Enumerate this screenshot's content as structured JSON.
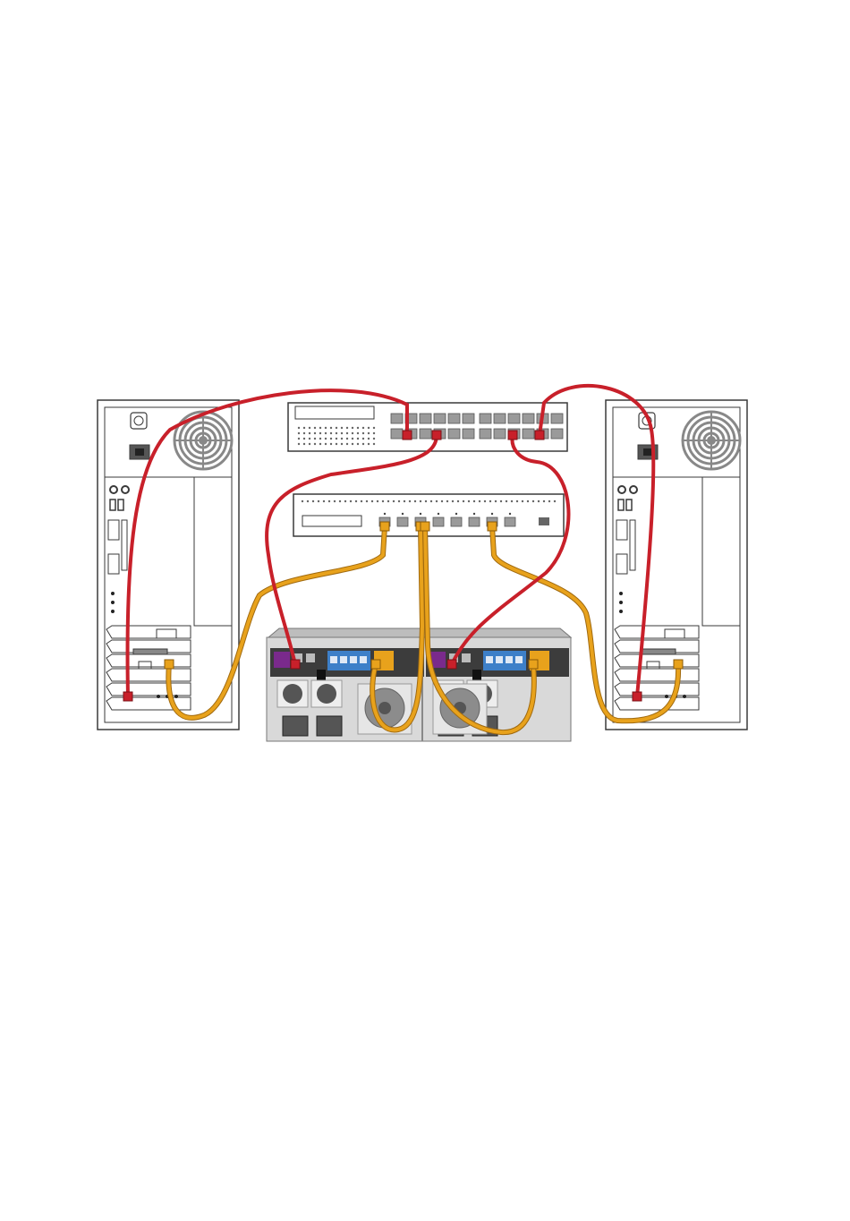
{
  "diagram": {
    "colors": {
      "ethernet_cable": "#c8202a",
      "fibre_cable": "#e8a21c",
      "chassis_fill": "#ffffff",
      "chassis_line": "#3a3a3a",
      "enclosure_fill": "#d9d9d9",
      "enclosure_dark": "#3c3c3c",
      "port_grey": "#9a9a9a",
      "controller_purple": "#7a2a8c",
      "controller_blue": "#3d7fc8",
      "fan_grey": "#8c8c8c"
    },
    "devices": {
      "left_server": {
        "icon": "tower-server-icon"
      },
      "right_server": {
        "icon": "tower-server-icon"
      },
      "ethernet_switch": {
        "icon": "ethernet-switch-icon",
        "ports": 24
      },
      "fc_switch": {
        "icon": "fibre-channel-switch-icon",
        "ports": 8
      },
      "storage_enclosure": {
        "icon": "storage-array-icon",
        "controllers": 2
      }
    },
    "cables": {
      "ethernet": [
        "left-server-to-ethernet-switch",
        "right-server-to-ethernet-switch",
        "controller-a-to-ethernet-switch",
        "controller-b-to-ethernet-switch"
      ],
      "fibre": [
        "left-server-to-fc-switch",
        "right-server-to-fc-switch",
        "controller-a-to-fc-switch",
        "controller-b-to-fc-switch"
      ]
    }
  }
}
